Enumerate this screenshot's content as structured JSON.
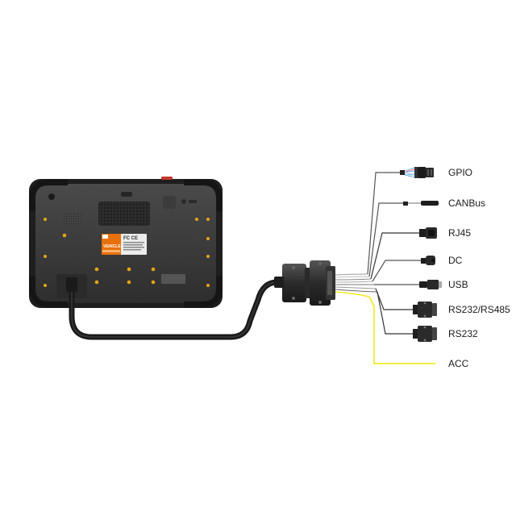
{
  "device": {
    "label_brand": "VEHICLE",
    "label_fcc": "FC CE"
  },
  "ports": [
    {
      "label": "GPIO",
      "icon": "gpio-connector-icon"
    },
    {
      "label": "CANBus",
      "icon": "canbus-connector-icon"
    },
    {
      "label": "RJ45",
      "icon": "rj45-connector-icon"
    },
    {
      "label": "DC",
      "icon": "dc-connector-icon"
    },
    {
      "label": "USB",
      "icon": "usb-connector-icon"
    },
    {
      "label": "RS232/RS485",
      "icon": "db9-connector-icon"
    },
    {
      "label": "RS232",
      "icon": "db9-connector-icon"
    },
    {
      "label": "ACC",
      "icon": "acc-wire-icon"
    }
  ],
  "colors": {
    "acc_wire": "#f2e600",
    "cable": "#2b2b2b",
    "device_body": "#3a3a3a",
    "screw": "#e8a317",
    "label_orange": "#e8700a"
  }
}
